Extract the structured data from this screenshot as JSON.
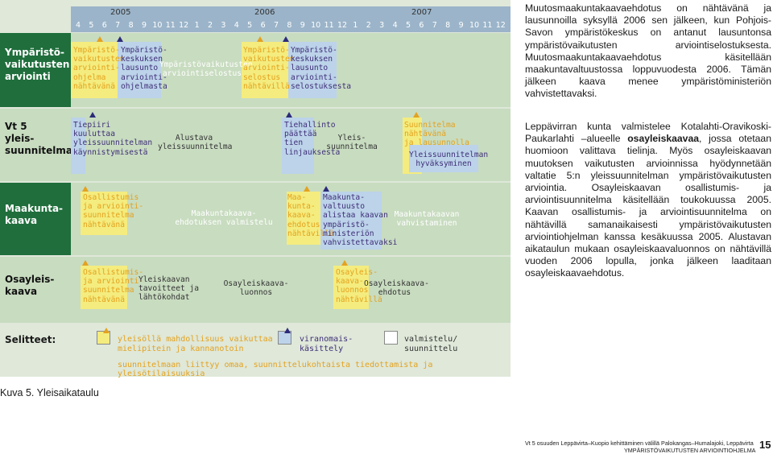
{
  "schedule": {
    "years": [
      "2005",
      "2006",
      "2007"
    ],
    "months": [
      "4",
      "5",
      "6",
      "7",
      "8",
      "9",
      "10",
      "11",
      "12",
      "1",
      "2",
      "3",
      "4",
      "5",
      "6",
      "7",
      "8",
      "9",
      "10",
      "11",
      "12",
      "1",
      "2",
      "3",
      "4",
      "5",
      "6",
      "7",
      "8",
      "9",
      "10",
      "11",
      "12"
    ],
    "rows": [
      {
        "label": "Ympäristö-\nvaikutusten\narviointi"
      },
      {
        "label": "Vt 5\nyleis-\nsuunnitelma"
      },
      {
        "label": "Maakunta-\nkaava"
      },
      {
        "label": "Osayleis-\nkaava"
      }
    ],
    "yva": {
      "item1": "Ympäristö-\nvaikutusten\narviointi-\nohjelma\nnähtävänä",
      "item2": "Ympäristö-\nkeskuksen\nlausunto\narviointi-\nohjelmasta",
      "item3": "Ympäristövaikutusten\narviointiselostus",
      "item4": "Ympäristö-\nvaikutusten\narviointi-\nselostus\nnähtävillä",
      "item5": "Ympäristö-\nkeskuksen\nlausunto\narviointi-\nselostuksesta"
    },
    "ys": {
      "item1": "Tiepiiri\nkuuluttaa\nyleissuunnitelman\nkäynnistymisestä",
      "item2": "Alustava\nyleissuunnitelma",
      "item3": "Tiehallinto\npäättää\ntien\nlinjauksesta",
      "item4": "Yleis-\nsuunnitelma",
      "item5": "Suunnitelma\nnähtävänä\nja lausunnolla",
      "item6": "Yleissuunnitelman\nhyväksyminen"
    },
    "mk": {
      "item1": "Osallistumis\nja arviointi-\nsuunnitelma\nnähtävänä",
      "item2": "Maakuntakaava-\nehdotuksen valmistelu",
      "item3": "Maa-\nkunta-\nkaava-\nehdotus\nnähtävillä",
      "item4": "Maakunta-\nvaltuusto\nalistaa kaavan\nympäristö-\nministeriön\nvahvistettavaksi",
      "item5": "Maakuntakaavan\nvahvistaminen"
    },
    "oyk": {
      "item1": "Osallistumis-\nja arviointi-\nsuunnitelma\nnähtävänä",
      "item2": "Yleiskaavan\ntavoitteet ja\nlähtökohdat",
      "item3": "Osayleiskaava-\nluonnos",
      "item4": "Osayleis-\nkaava-\nluonnos\nnähtävillä",
      "item5": "Osayleiskaava-\nehdotus"
    },
    "legend": {
      "title": "Selitteet:",
      "item1": "yleisöllä mahdollisuus vaikuttaa\nmielipitein ja kannanotoin",
      "item2": "viranomais-\nkäsittely",
      "item3": "valmistelu/\nsuunnittelu",
      "bottom": "suunnitelmaan liittyy omaa, suunnittelukohtaista tiedottamista ja yleisötilaisuuksia"
    },
    "colors": {
      "header": "#9bb4c9",
      "row_dark": "#1f6e3c",
      "row_light": "#c8dcc0",
      "frame": "#dfe8d9",
      "orange": "#e4a21e",
      "purple": "#3e2f77",
      "yellow_bar": "#f4ec7e",
      "blue_bar": "#bcd3ea"
    }
  },
  "caption": "Kuva 5. Yleisaikataulu",
  "text": {
    "p1": "Muutosmaakuntakaavaehdotus on nähtävänä ja lausunnoilla syksyllä 2006 sen jälkeen, kun Pohjois-Savon ympäristökeskus on antanut lausuntonsa ympäristövaikutusten arviointiselostuksesta. Muutosmaakuntakaavaehdotus käsitellään maakuntavaltuustossa loppuvuodesta 2006. Tämän jälkeen kaava menee ympäristöministeriön vahvistettavaksi.",
    "p2_before": "Leppävirran kunta valmistelee Kotalahti-Oravikoski-Paukarlahti –alueelle ",
    "p2_bold": "osayleiskaavaa",
    "p2_after": ", jossa otetaan huomioon valittava tielinja. Myös osayleiskaavan muutoksen vaikutusten arvioinnissa hyödynnetään valtatie 5:n yleissuunnitelman ympäristövaikutusten arviointia. Osayleiskaavan osallistumis- ja arviointisuunnitelma käsitellään toukokuussa 2005. Kaavan osallistumis- ja arviointisuunnitelma on nähtävillä samanaikaisesti ympäristövaikutusten arviointiohjelman kanssa kesäkuussa 2005. Alustavan aikataulun mukaan osayleiskaavaluonnos on nähtävillä vuoden 2006 lopulla, jonka jälkeen laaditaan osayleiskaavaehdotus."
  },
  "footer": {
    "line1": "Vt 5 osuuden Leppävirta–Kuopio kehittäminen välillä Palokangas–Humalajoki, Leppävirta",
    "line2": "YMPÄRISTÖVAIKUTUSTEN ARVIOINTIOHJELMA",
    "page": "15"
  }
}
